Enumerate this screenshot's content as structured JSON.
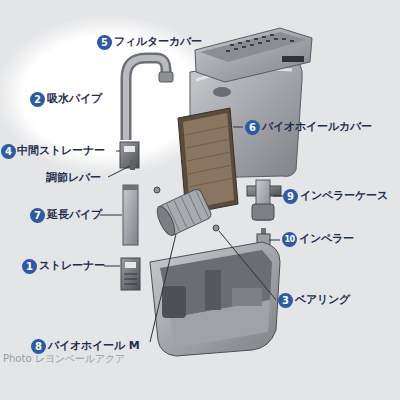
{
  "diagram": {
    "labels": [
      "5",
      "フィルターカバー",
      "2",
      "吸水パイプ",
      "4",
      "中間ストレーナー",
      "調節レバー",
      "6",
      "バイオホイールカバー",
      "9",
      "インペラーケース",
      "7",
      "延長パイプ",
      "10",
      "インペラー",
      "1",
      "ストレーナー",
      "3",
      "ベアリング",
      "8",
      "バイオホイール M",
      "Photo レヨンベールアクア"
    ]
  }
}
